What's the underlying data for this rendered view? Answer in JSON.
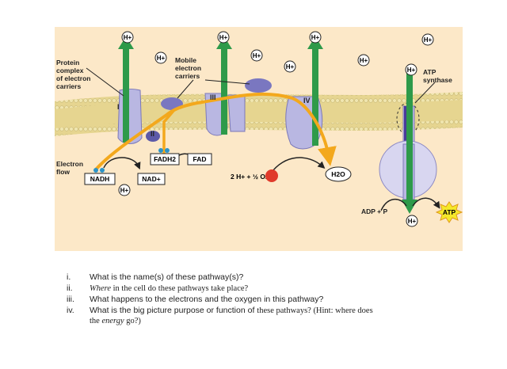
{
  "figure": {
    "h_plus": "H+",
    "protein_complex_label": [
      "Protein",
      "complex",
      "of electron",
      "carriers"
    ],
    "mobile_carriers_label": [
      "Mobile",
      "electron",
      "carriers"
    ],
    "atp_synthase_label": [
      "ATP",
      "synthase"
    ],
    "electron_flow_label": [
      "Electron",
      "flow"
    ],
    "complex_numerals": [
      "I",
      "II",
      "III",
      "IV"
    ],
    "nadh": "NADH",
    "nad_plus": "NAD+",
    "fadh2": "FADH2",
    "fad": "FAD",
    "oxygen_eq": "2 H+ + ½ O2",
    "water": "H2O",
    "adp_p": "ADP + P",
    "atp": "ATP",
    "colors": {
      "background": "#fce8c8",
      "membrane": "#e6d590",
      "protein": "#b9b7e2",
      "proton_arrow": "#2e9a4a",
      "electron_arrow": "#f3a81c",
      "oxygen": "#e03a2b",
      "atp_star": "#f5e82a"
    }
  },
  "questions": [
    {
      "num": "i.",
      "text": "What is the name(s) of these pathway(s)?"
    },
    {
      "num": "ii.",
      "text_italic": "Where",
      "text": " in the cell do these pathways take place?"
    },
    {
      "num": "iii.",
      "text": "What happens to the electrons and the oxygen in this pathway?"
    },
    {
      "num": "iv.",
      "text_a": "What is the big picture purpose or function of ",
      "text_b": "these pathways? (Hint: where does",
      "text_c": "the ",
      "text_d": "energy",
      "text_e": " go?)"
    }
  ]
}
